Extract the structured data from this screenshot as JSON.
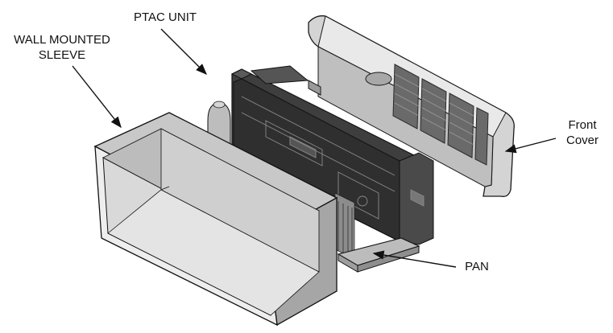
{
  "labels": {
    "sleeve": {
      "line1": "WALL MOUNTED",
      "line2": "SLEEVE"
    },
    "ptac": "PTAC UNIT",
    "front_cover": {
      "line1": "Front",
      "line2": "Cover"
    },
    "pan": "PAN"
  },
  "colors": {
    "outline": "#1a1a1a",
    "sleeve_top": "#c9c9c9",
    "sleeve_side": "#a9a9a9",
    "sleeve_inner": "#d8d8d8",
    "chassis_dark": "#3a3a3a",
    "chassis_mid": "#5a5a5a",
    "cover_face": "#e6e6e6",
    "cover_shade": "#bdbdbd"
  }
}
